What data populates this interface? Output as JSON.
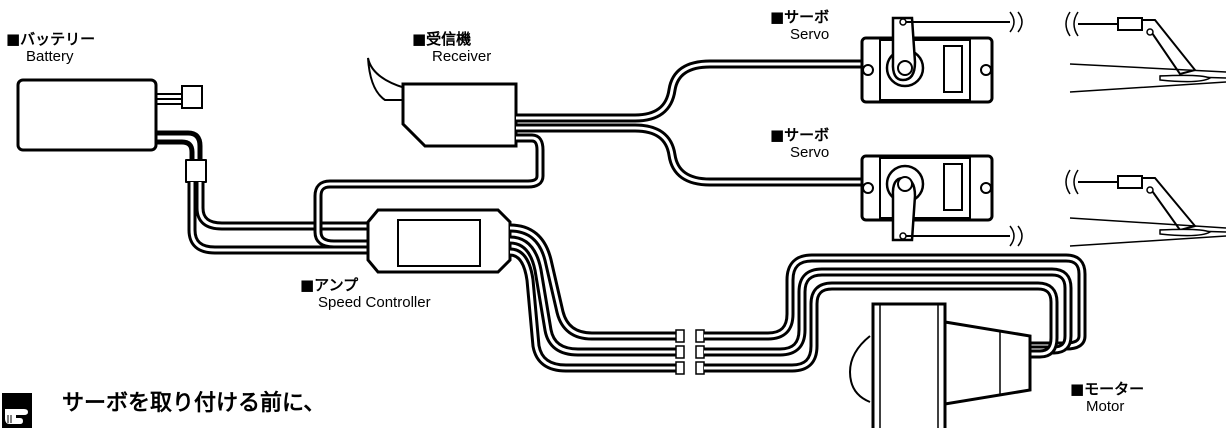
{
  "labels": {
    "battery": {
      "jp": "■バッテリー",
      "en": "Battery"
    },
    "receiver": {
      "jp": "■受信機",
      "en": "Receiver"
    },
    "servo_top": {
      "jp": "■サーボ",
      "en": "Servo"
    },
    "servo_bottom": {
      "jp": "■サーボ",
      "en": "Servo"
    },
    "speed_controller": {
      "jp": "■アンプ",
      "en": "Speed Controller"
    },
    "motor": {
      "jp": "■モーター",
      "en": "Motor"
    }
  },
  "note": {
    "line1": "サーボを取り付ける前に、",
    "icon": "pointing-hand-icon"
  }
}
